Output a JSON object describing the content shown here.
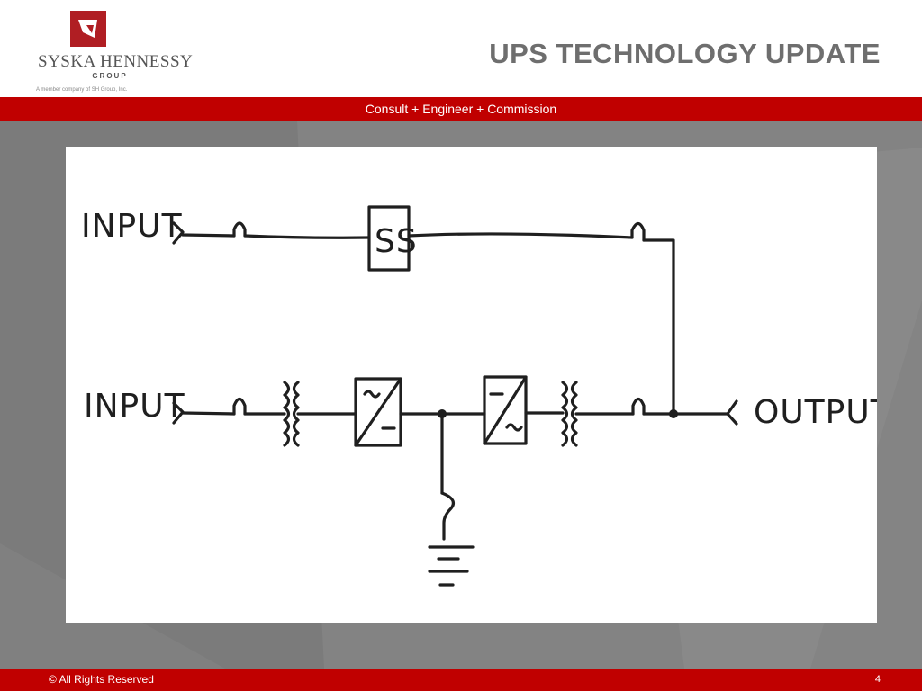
{
  "header": {
    "brand_name": "SYSKA HENNESSY",
    "brand_group": "GROUP",
    "brand_tagline": "A member company of SH Group, Inc.",
    "title": "UPS TECHNOLOGY UPDATE",
    "tagline": "Consult + Engineer + Commission"
  },
  "diagram": {
    "input_top": "INPUT",
    "input_bottom": "INPUT",
    "static_switch": "SS",
    "output": "OUTPUT",
    "rectifier_icon": "ac-to-dc-converter-icon",
    "inverter_icon": "dc-to-ac-converter-icon",
    "transformer_icon": "transformer-icon",
    "breaker_icon": "breaker-icon",
    "battery_icon": "battery-icon"
  },
  "footer": {
    "copyright": "© All Rights Reserved",
    "page_number": "4"
  },
  "colors": {
    "brand_red": "#c00000",
    "background_gray": "#7b7b7b",
    "title_gray": "#6e6e6e"
  }
}
